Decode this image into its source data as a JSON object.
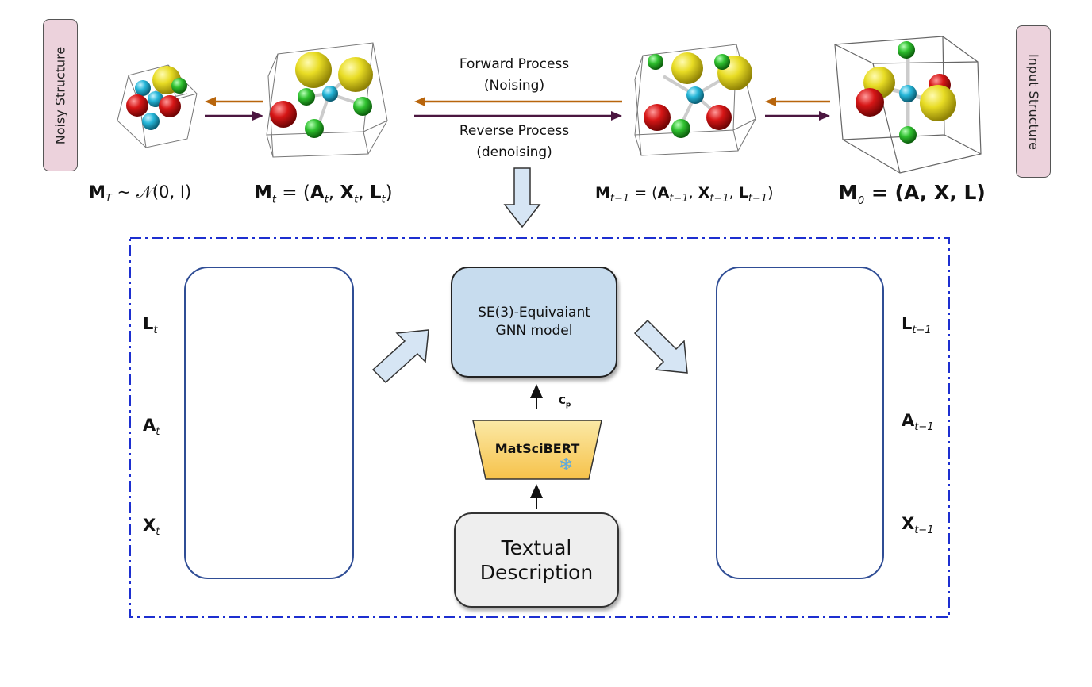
{
  "labels": {
    "noisy_structure": "Noisy Structure",
    "input_structure": "Input Structure"
  },
  "process": {
    "forward_line1": "Forward Process",
    "forward_line2": "(Noising)",
    "reverse_line1": "Reverse Process",
    "reverse_line2": "(denoising)"
  },
  "states": {
    "mT": {
      "symbol": "M",
      "sub": "T",
      "rest": " ∼ 𝒩(0, I)"
    },
    "mt": {
      "lhs": "M",
      "sub": "t",
      "eq": " = (",
      "a": "A",
      "x": "X",
      "l": "L",
      "close": ")"
    },
    "mt1": {
      "lhs": "M",
      "sub": "t−1",
      "eq": " = (",
      "a": "A",
      "x": "X",
      "l": "L",
      "close": ")"
    },
    "m0": {
      "lhs": "M",
      "sub": "0",
      "rest": " = (A, X, L)"
    }
  },
  "left_panel": {
    "l_label": "L",
    "l_sub": "t",
    "a_label": "A",
    "a_sub": "t",
    "x_label": "X",
    "x_sub": "t"
  },
  "right_panel": {
    "l_label": "L",
    "l_sub": "t−1",
    "a_label": "A",
    "a_sub": "t−1",
    "x_label": "X",
    "x_sub": "t−1"
  },
  "model": {
    "line1": "SE(3)-Equivaiant",
    "line2": "GNN model",
    "cond": "C",
    "cond_sub": "p"
  },
  "encoder": {
    "name": "MatSciBERT"
  },
  "text_input": {
    "line1": "Textual",
    "line2": "Description"
  },
  "colors": {
    "atom_yellow": "#e3d623",
    "atom_red": "#d41818",
    "atom_green": "#2fbd2f",
    "atom_cyan": "#27b6d6",
    "forward_arrow": "#b8650c",
    "reverse_arrow": "#4b1640",
    "panel_border": "#2f4d95",
    "dashed_border": "#1d2fd0",
    "gnn_fill": "#c7dcee",
    "arrow_fill": "#d6e5f4"
  },
  "icons": {
    "frozen": "snowflake-icon"
  }
}
